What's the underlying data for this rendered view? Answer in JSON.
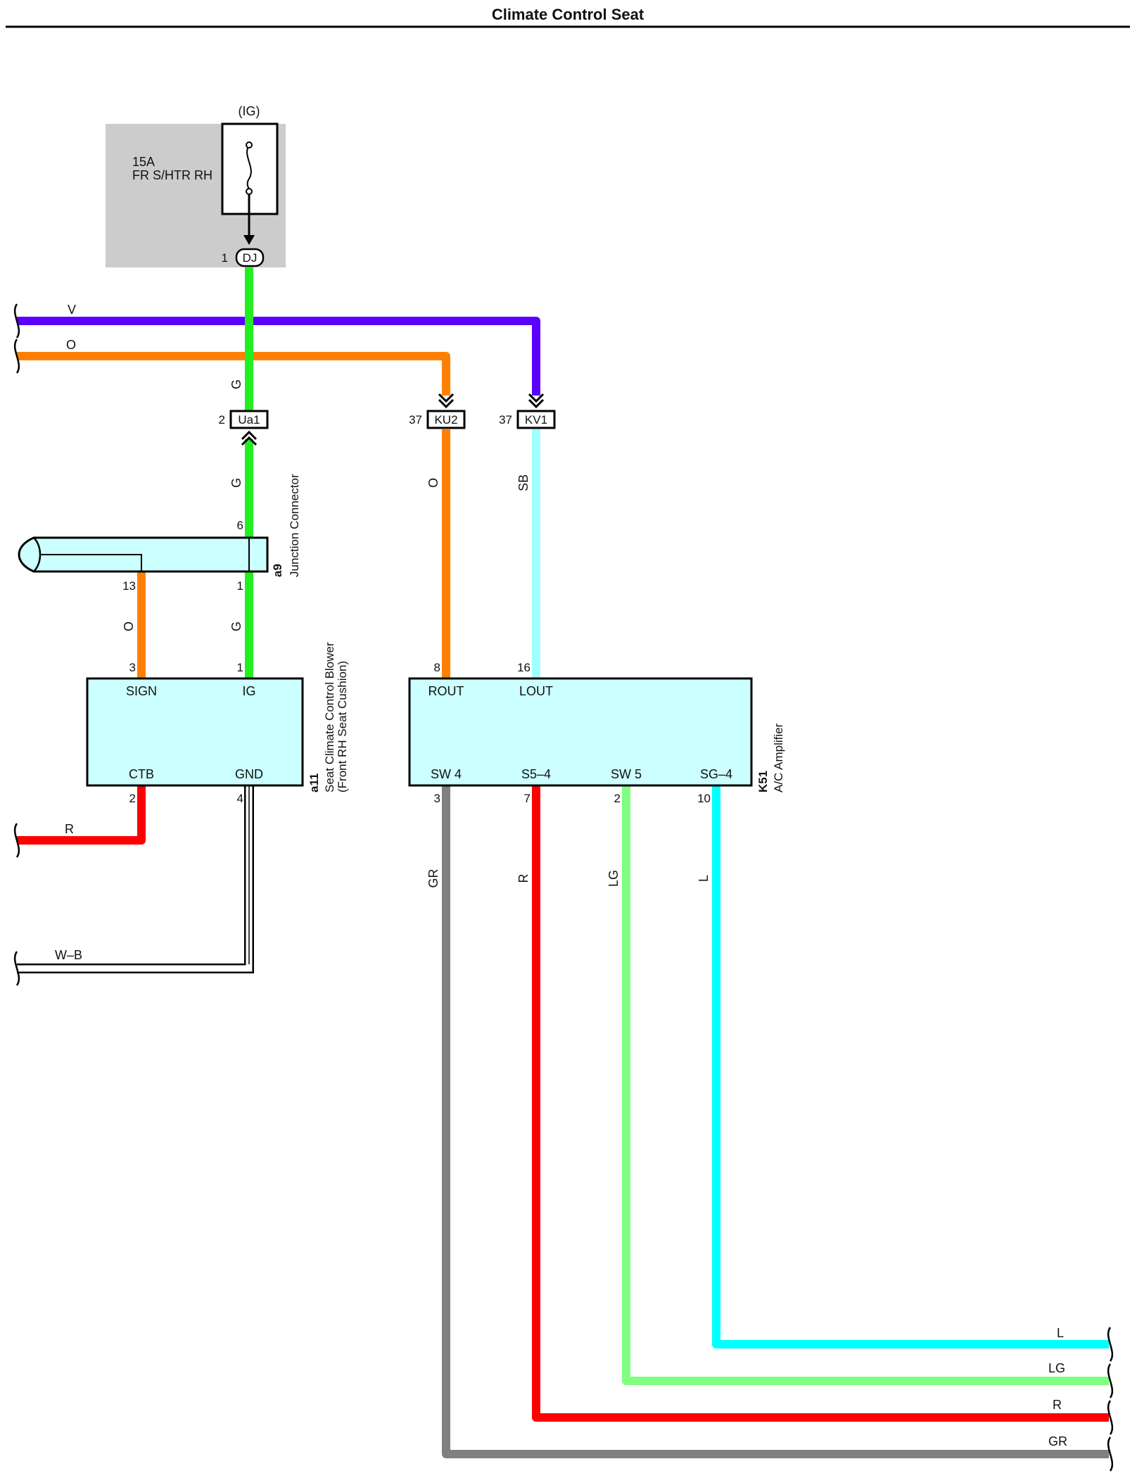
{
  "title": "Climate Control Seat",
  "colors": {
    "V": "#5a00ff",
    "O": "#ff8000",
    "G": "#22ee22",
    "SB": "#a0ffff",
    "GR": "#808080",
    "R": "#ff0000",
    "LG": "#80ff80",
    "L": "#00ffff",
    "WB": "#ffffff",
    "box_fill": "#ccffff",
    "fuse_block": "#cccccc"
  },
  "fuse": {
    "ig": "(IG)",
    "rating": "15A",
    "name": "FR S/HTR RH",
    "pin": "1",
    "connector": "DJ"
  },
  "bus_wires": {
    "V": "V",
    "O": "O"
  },
  "connectors": {
    "ua1": {
      "pin": "2",
      "name": "Ua1"
    },
    "ku2": {
      "pin": "37",
      "name": "KU2"
    },
    "kv1": {
      "pin": "37",
      "name": "KV1"
    }
  },
  "wire_labels": {
    "g_top": "G",
    "g_mid": "G",
    "g_low": "G",
    "o_ku2": "O",
    "sb_kv1": "SB",
    "o_a9": "O",
    "r_left": "R",
    "wb_left": "W–B",
    "gr_vert": "GR",
    "r_vert": "R",
    "lg_vert": "LG",
    "l_vert": "L",
    "l_right": "L",
    "lg_right": "LG",
    "r_right": "R",
    "gr_right": "GR"
  },
  "junction": {
    "code": "a9",
    "name": "Junction Connector",
    "pin_in": "6",
    "pin_13": "13",
    "pin_1": "1"
  },
  "blower": {
    "code": "a11",
    "name_line1": "Seat Climate Control Blower",
    "name_line2": "(Front RH Seat Cushion)",
    "pins": {
      "sign": {
        "num": "3",
        "label": "SIGN"
      },
      "ig": {
        "num": "1",
        "label": "IG"
      },
      "ctb": {
        "num": "2",
        "label": "CTB"
      },
      "gnd": {
        "num": "4",
        "label": "GND"
      }
    }
  },
  "amplifier": {
    "code": "K51",
    "name": "A/C Amplifier",
    "pins": {
      "rout": {
        "num": "8",
        "label": "ROUT"
      },
      "lout": {
        "num": "16",
        "label": "LOUT"
      },
      "sw4": {
        "num": "3",
        "label": "SW 4"
      },
      "s54": {
        "num": "7",
        "label": "S5–4"
      },
      "sw5": {
        "num": "2",
        "label": "SW 5"
      },
      "sg4": {
        "num": "10",
        "label": "SG–4"
      }
    }
  }
}
